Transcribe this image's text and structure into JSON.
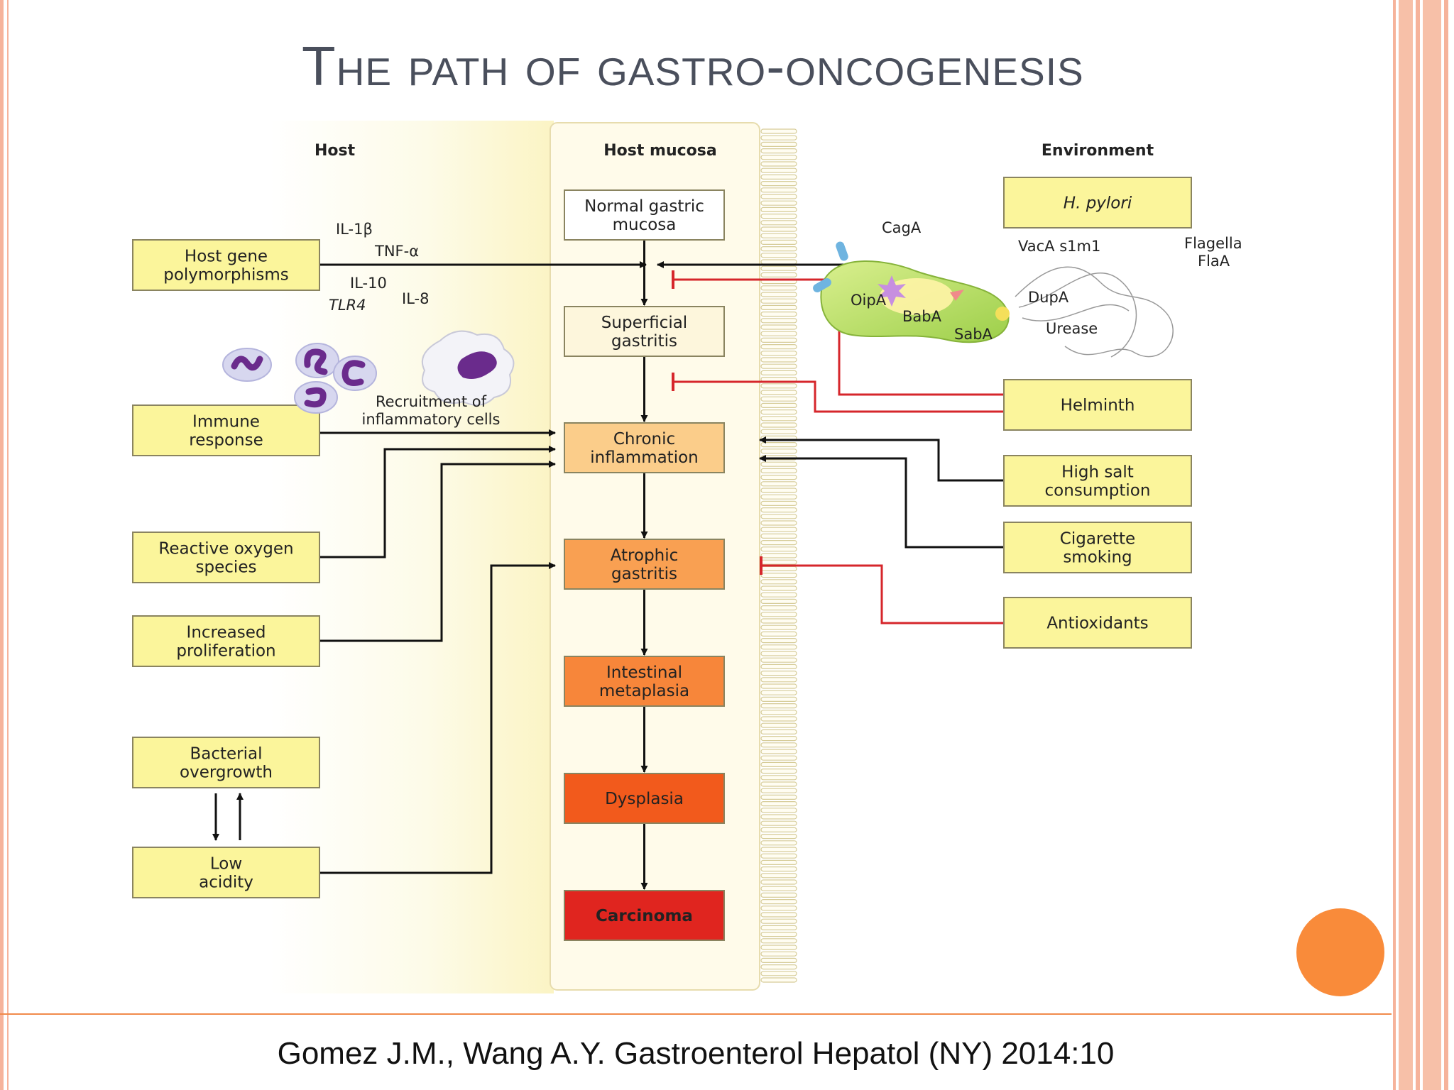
{
  "slide": {
    "title": "The path of gastro-oncogenesis",
    "citation": "Gomez J.M., Wang A.Y. Gastroenterol Hepatol (NY) 2014:10"
  },
  "colors": {
    "stripe": "#f6b39b",
    "accent": "#f98b3a",
    "box_yellow": "#fbf59b",
    "inhibit_red": "#d6262b"
  },
  "diagram": {
    "headers": {
      "host": "Host",
      "mucosa": "Host mucosa",
      "environment": "Environment"
    },
    "host_factors": [
      {
        "id": "genes",
        "lines": [
          "Host gene",
          "polymorphisms"
        ]
      },
      {
        "id": "immune",
        "lines": [
          "Immune",
          "response"
        ]
      },
      {
        "id": "ros",
        "lines": [
          "Reactive oxygen",
          "species"
        ]
      },
      {
        "id": "prolif",
        "lines": [
          "Increased",
          "proliferation"
        ]
      },
      {
        "id": "bact",
        "lines": [
          "Bacterial",
          "overgrowth"
        ]
      },
      {
        "id": "acid",
        "lines": [
          "Low",
          "acidity"
        ]
      }
    ],
    "cytokines": [
      "IL-1β",
      "TNF-α",
      "IL-10",
      "TLR4",
      "IL-8"
    ],
    "recruitment_label": [
      "Recruitment of",
      "inflammatory cells"
    ],
    "stages": [
      {
        "lines": [
          "Normal gastric",
          "mucosa"
        ],
        "color": "#ffffff",
        "text_color": "#222222"
      },
      {
        "lines": [
          "Superficial",
          "gastritis"
        ],
        "color": "#fdf6dc",
        "text_color": "#222222"
      },
      {
        "lines": [
          "Chronic",
          "inflammation"
        ],
        "color": "#fbcd8a",
        "text_color": "#222222"
      },
      {
        "lines": [
          "Atrophic",
          "gastritis"
        ],
        "color": "#f9a052",
        "text_color": "#222222"
      },
      {
        "lines": [
          "Intestinal",
          "metaplasia"
        ],
        "color": "#f7863a",
        "text_color": "#222222"
      },
      {
        "lines": [
          "Dysplasia"
        ],
        "color": "#f25a1c",
        "text_color": "#222222"
      },
      {
        "lines": [
          "Carcinoma"
        ],
        "color": "#e0251f",
        "text_color": "#ffffff"
      }
    ],
    "environment": {
      "hpylori": "H. pylori",
      "factors": [
        {
          "id": "helminth",
          "lines": [
            "Helminth"
          ]
        },
        {
          "id": "salt",
          "lines": [
            "High salt",
            "consumption"
          ]
        },
        {
          "id": "smoking",
          "lines": [
            "Cigarette",
            "smoking"
          ]
        },
        {
          "id": "antiox",
          "lines": [
            "Antioxidants"
          ]
        }
      ]
    },
    "virulence_factors": [
      "CagA",
      "VacA s1m1",
      "Flagella",
      "FlaA",
      "OipA",
      "BabA",
      "SabA",
      "DupA",
      "Urease"
    ]
  }
}
